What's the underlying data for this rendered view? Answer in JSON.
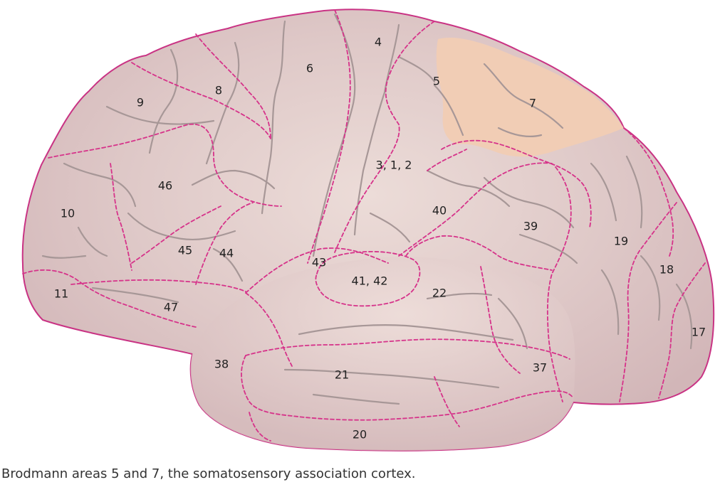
{
  "figure": {
    "caption": "Brodmann areas 5 and 7, the somatosensory association cortex.",
    "colors": {
      "cortex": "#dcc4c4",
      "cortex_highlight": "#ead7d2",
      "association_highlight": "#f1cdb5",
      "boundary": "#d6338a",
      "sulcus": "#a79797",
      "outline": "#c93384"
    },
    "areas": [
      {
        "id": "4",
        "label": "4"
      },
      {
        "id": "6",
        "label": "6"
      },
      {
        "id": "5",
        "label": "5"
      },
      {
        "id": "7",
        "label": "7"
      },
      {
        "id": "8",
        "label": "8"
      },
      {
        "id": "9",
        "label": "9"
      },
      {
        "id": "3-1-2",
        "label": "3, 1, 2"
      },
      {
        "id": "46",
        "label": "46"
      },
      {
        "id": "10",
        "label": "10"
      },
      {
        "id": "40",
        "label": "40"
      },
      {
        "id": "39",
        "label": "39"
      },
      {
        "id": "19",
        "label": "19"
      },
      {
        "id": "45",
        "label": "45"
      },
      {
        "id": "44",
        "label": "44"
      },
      {
        "id": "43",
        "label": "43"
      },
      {
        "id": "18",
        "label": "18"
      },
      {
        "id": "41-42",
        "label": "41, 42"
      },
      {
        "id": "22",
        "label": "22"
      },
      {
        "id": "11",
        "label": "11"
      },
      {
        "id": "47",
        "label": "47"
      },
      {
        "id": "17",
        "label": "17"
      },
      {
        "id": "38",
        "label": "38"
      },
      {
        "id": "37",
        "label": "37"
      },
      {
        "id": "21",
        "label": "21"
      },
      {
        "id": "20",
        "label": "20"
      }
    ]
  }
}
